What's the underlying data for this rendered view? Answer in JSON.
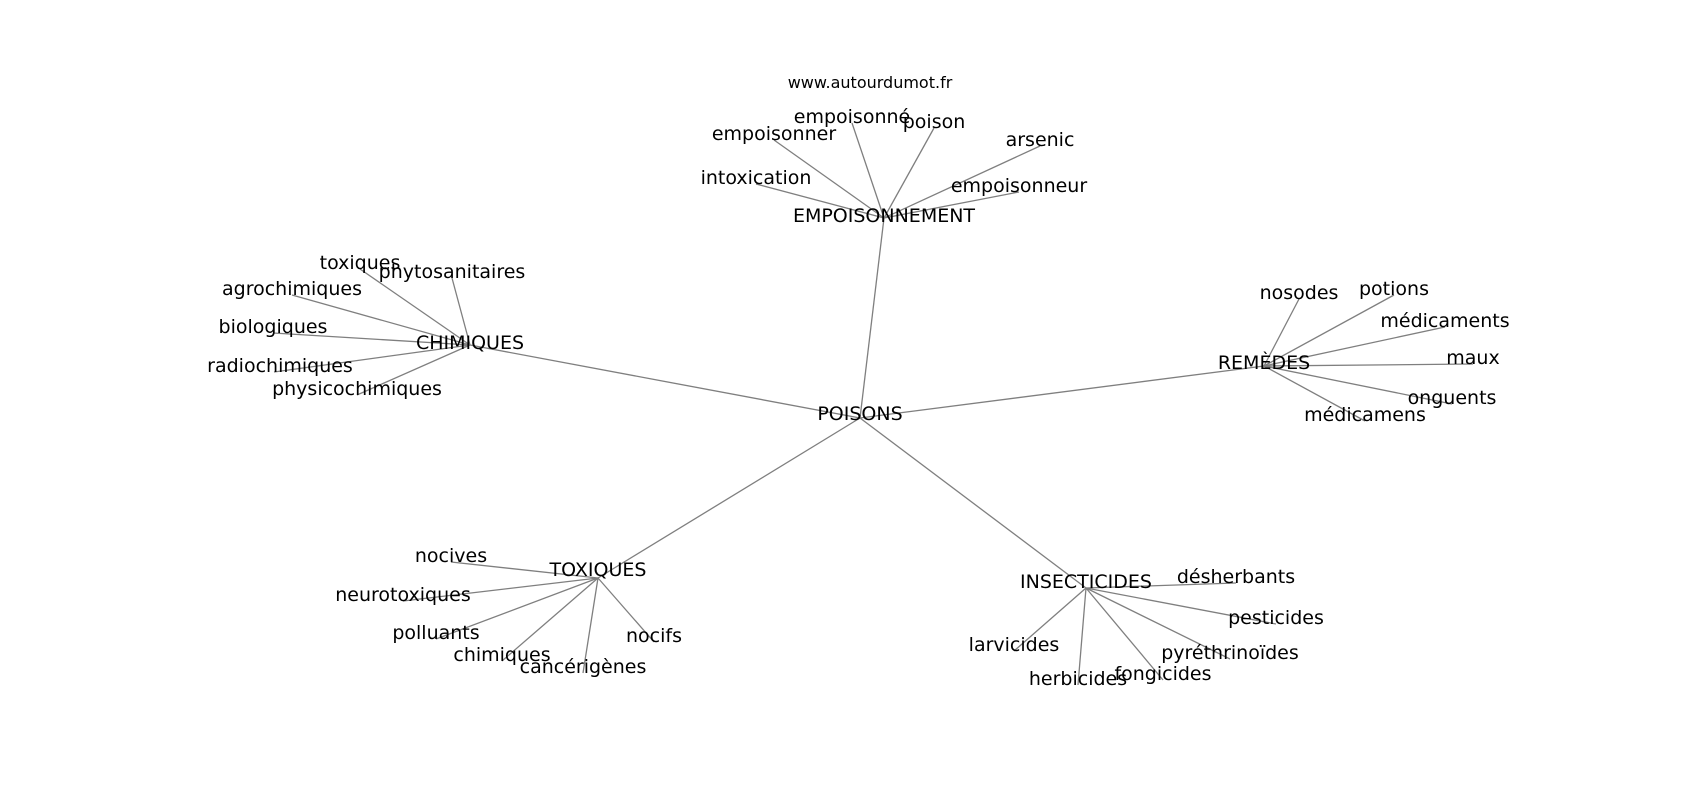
{
  "source": "www.autourdumot.fr",
  "graph": {
    "root": "POISONS",
    "edges": [
      [
        "POISONS",
        "EMPOISONNEMENT"
      ],
      [
        "POISONS",
        "CHIMIQUES"
      ],
      [
        "POISONS",
        "REMÈDES"
      ],
      [
        "POISONS",
        "TOXIQUES"
      ],
      [
        "POISONS",
        "INSECTICIDES"
      ],
      [
        "EMPOISONNEMENT",
        "empoisonné"
      ],
      [
        "EMPOISONNEMENT",
        "poison"
      ],
      [
        "EMPOISONNEMENT",
        "empoisonner"
      ],
      [
        "EMPOISONNEMENT",
        "arsenic"
      ],
      [
        "EMPOISONNEMENT",
        "intoxication"
      ],
      [
        "EMPOISONNEMENT",
        "empoisonneur"
      ],
      [
        "CHIMIQUES",
        "toxiques"
      ],
      [
        "CHIMIQUES",
        "phytosanitaires"
      ],
      [
        "CHIMIQUES",
        "agrochimiques"
      ],
      [
        "CHIMIQUES",
        "biologiques"
      ],
      [
        "CHIMIQUES",
        "radiochimiques"
      ],
      [
        "CHIMIQUES",
        "physicochimiques"
      ],
      [
        "REMÈDES",
        "nosodes"
      ],
      [
        "REMÈDES",
        "potions"
      ],
      [
        "REMÈDES",
        "médicaments"
      ],
      [
        "REMÈDES",
        "maux"
      ],
      [
        "REMÈDES",
        "onguents"
      ],
      [
        "REMÈDES",
        "médicamens"
      ],
      [
        "TOXIQUES",
        "nocives"
      ],
      [
        "TOXIQUES",
        "neurotoxiques"
      ],
      [
        "TOXIQUES",
        "polluants"
      ],
      [
        "TOXIQUES",
        "chimiques"
      ],
      [
        "TOXIQUES",
        "cancérigènes"
      ],
      [
        "TOXIQUES",
        "nocifs"
      ],
      [
        "INSECTICIDES",
        "désherbants"
      ],
      [
        "INSECTICIDES",
        "pesticides"
      ],
      [
        "INSECTICIDES",
        "pyréthrinoïdes"
      ],
      [
        "INSECTICIDES",
        "fongicides"
      ],
      [
        "INSECTICIDES",
        "herbicides"
      ],
      [
        "INSECTICIDES",
        "larvicides"
      ]
    ]
  }
}
